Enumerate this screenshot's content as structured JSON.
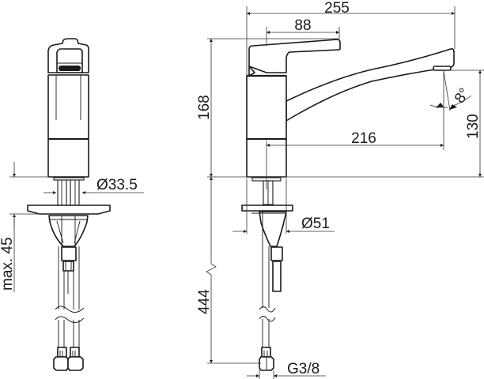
{
  "drawing": {
    "title": "Kitchen mixer tap dimension drawing",
    "units": "mm",
    "colors": {
      "line": "#1a1a1a",
      "background": "#ffffff"
    }
  },
  "front_view": {
    "dimensions": {
      "base_diameter": "Ø33.5",
      "max_deck_thickness": "max. 45"
    }
  },
  "side_view": {
    "dimensions": {
      "overall_length": "255",
      "lever_length": "88",
      "overall_height": "168",
      "spout_reach": "216",
      "spout_height": "130",
      "spout_angle": "8°",
      "hole_diameter": "Ø51",
      "hose_length": "444",
      "connection_thread": "G3/8"
    }
  }
}
